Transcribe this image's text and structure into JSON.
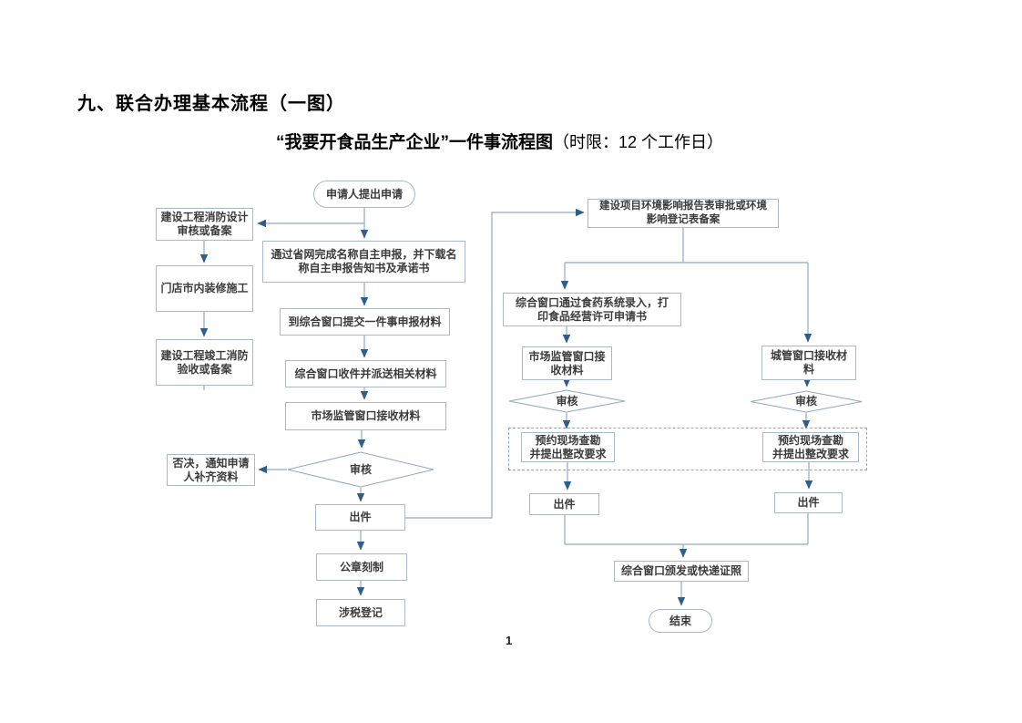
{
  "header": {
    "section_title": "九、联合办理基本流程（一图）",
    "chart_title_main": "“我要开食品生产企业”一件事流程图",
    "chart_title_note": "（时限：12 个工作日）"
  },
  "page_number": "1",
  "colors": {
    "line": "#8fa9c2",
    "arrowhead": "#2e5e8e",
    "box_border": "#a9b9c8",
    "text": "#3b3b3b",
    "dashed_border": "#93a9c0"
  },
  "nodes": {
    "start": "申请人提出申请",
    "fire_design": "建设工程消防设计\n审核或备案",
    "shop_decoration": "门店市内装修施工",
    "fire_acceptance": "建设工程竣工消防\n验收或备案",
    "online_declare": "通过省网完成名称自主申报，并下载名\n称自主申报告知书及承诺书",
    "submit_materials": "到综合窗口提交一件事申报材料",
    "receive_dispatch": "综合窗口收件并派送相关材料",
    "market_receive": "市场监管窗口接收材料",
    "review_center": "审核",
    "reject_notice": "否决，通知申请\n人补齐资料",
    "issue_center": "出件",
    "seal_carving": "公章刻制",
    "tax_registration": "涉税登记",
    "env_approval": "建设项目环境影响报告表审批或环境\n影响登记表备案",
    "food_system_entry": "综合窗口通过食药系统录入，打\n印食品经营许可申请书",
    "market_receive_right": "市场监管窗口接\n收材料",
    "urban_receive": "城管窗口接收材\n料",
    "review_left": "审核",
    "review_right": "审核",
    "site_survey_left": "预约现场查勘\n并提出整改要求",
    "site_survey_right": "预约现场查勘\n并提出整改要求",
    "issue_left": "出件",
    "issue_right": "出件",
    "license_delivery": "综合窗口颁发或快递证照",
    "end": "结束"
  }
}
